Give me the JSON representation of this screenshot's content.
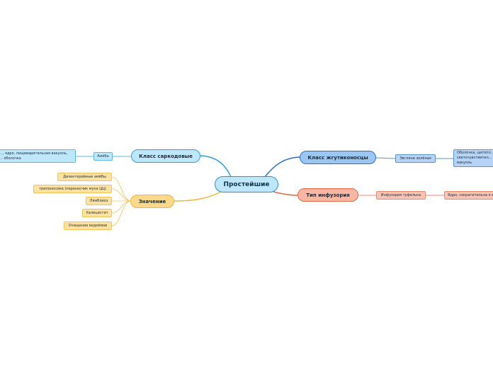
{
  "root": {
    "label": "Простейшие",
    "color": "#bfe7fb"
  },
  "branches": {
    "sarkodovye": {
      "label": "Класс саркодовые",
      "children": {
        "amoeba": {
          "label": "Амёба",
          "details": "..., ядро, пищеварительная вакуоль,\n... оболочка"
        }
      }
    },
    "zhgutikonostsy": {
      "label": "Класс жгутиконосцы",
      "children": {
        "euglena": {
          "label": "Эвглена зелёная",
          "details": "Оболочка, цитопл...\nсветочувствител...\nвакуоль"
        }
      }
    },
    "infuzoria": {
      "label": "Тип инфузория",
      "children": {
        "tufelka": {
          "label": "Инфузория туфелька",
          "details": "Ядро, сократительна я в..."
        }
      }
    },
    "znachenie": {
      "label": "Значение",
      "items": [
        "Дизентерийные амёбы",
        "трипоносома (переносчик муха ЦЦ)",
        "Лямблиоз",
        "Халецистит",
        "Очищение водоёмов"
      ]
    }
  },
  "colors": {
    "sarkodovye": "#2b9fd8",
    "zhgutikonostsy": "#2d6fc1",
    "infuzoria": "#e26a44",
    "znachenie": "#f0b43a"
  }
}
